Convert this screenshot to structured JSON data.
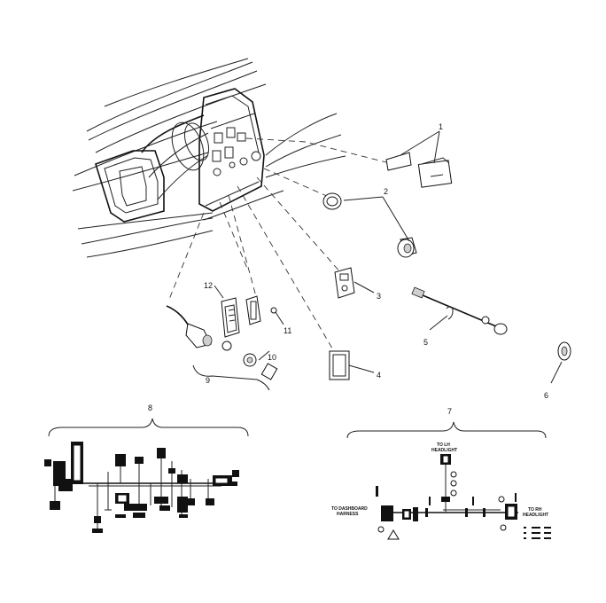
{
  "diagram": {
    "callouts": [
      "1",
      "2",
      "3",
      "4",
      "5",
      "6",
      "7",
      "8",
      "9",
      "10",
      "11",
      "12"
    ],
    "schematic_right": {
      "to_lh_headlight": [
        "TO LH",
        "HEADLIGHT"
      ],
      "to_rh_headlight": [
        "TO RH",
        "HEADLIGHT"
      ],
      "to_dashboard_harness": [
        "TO DASHBOARD",
        "HARNESS"
      ]
    }
  }
}
